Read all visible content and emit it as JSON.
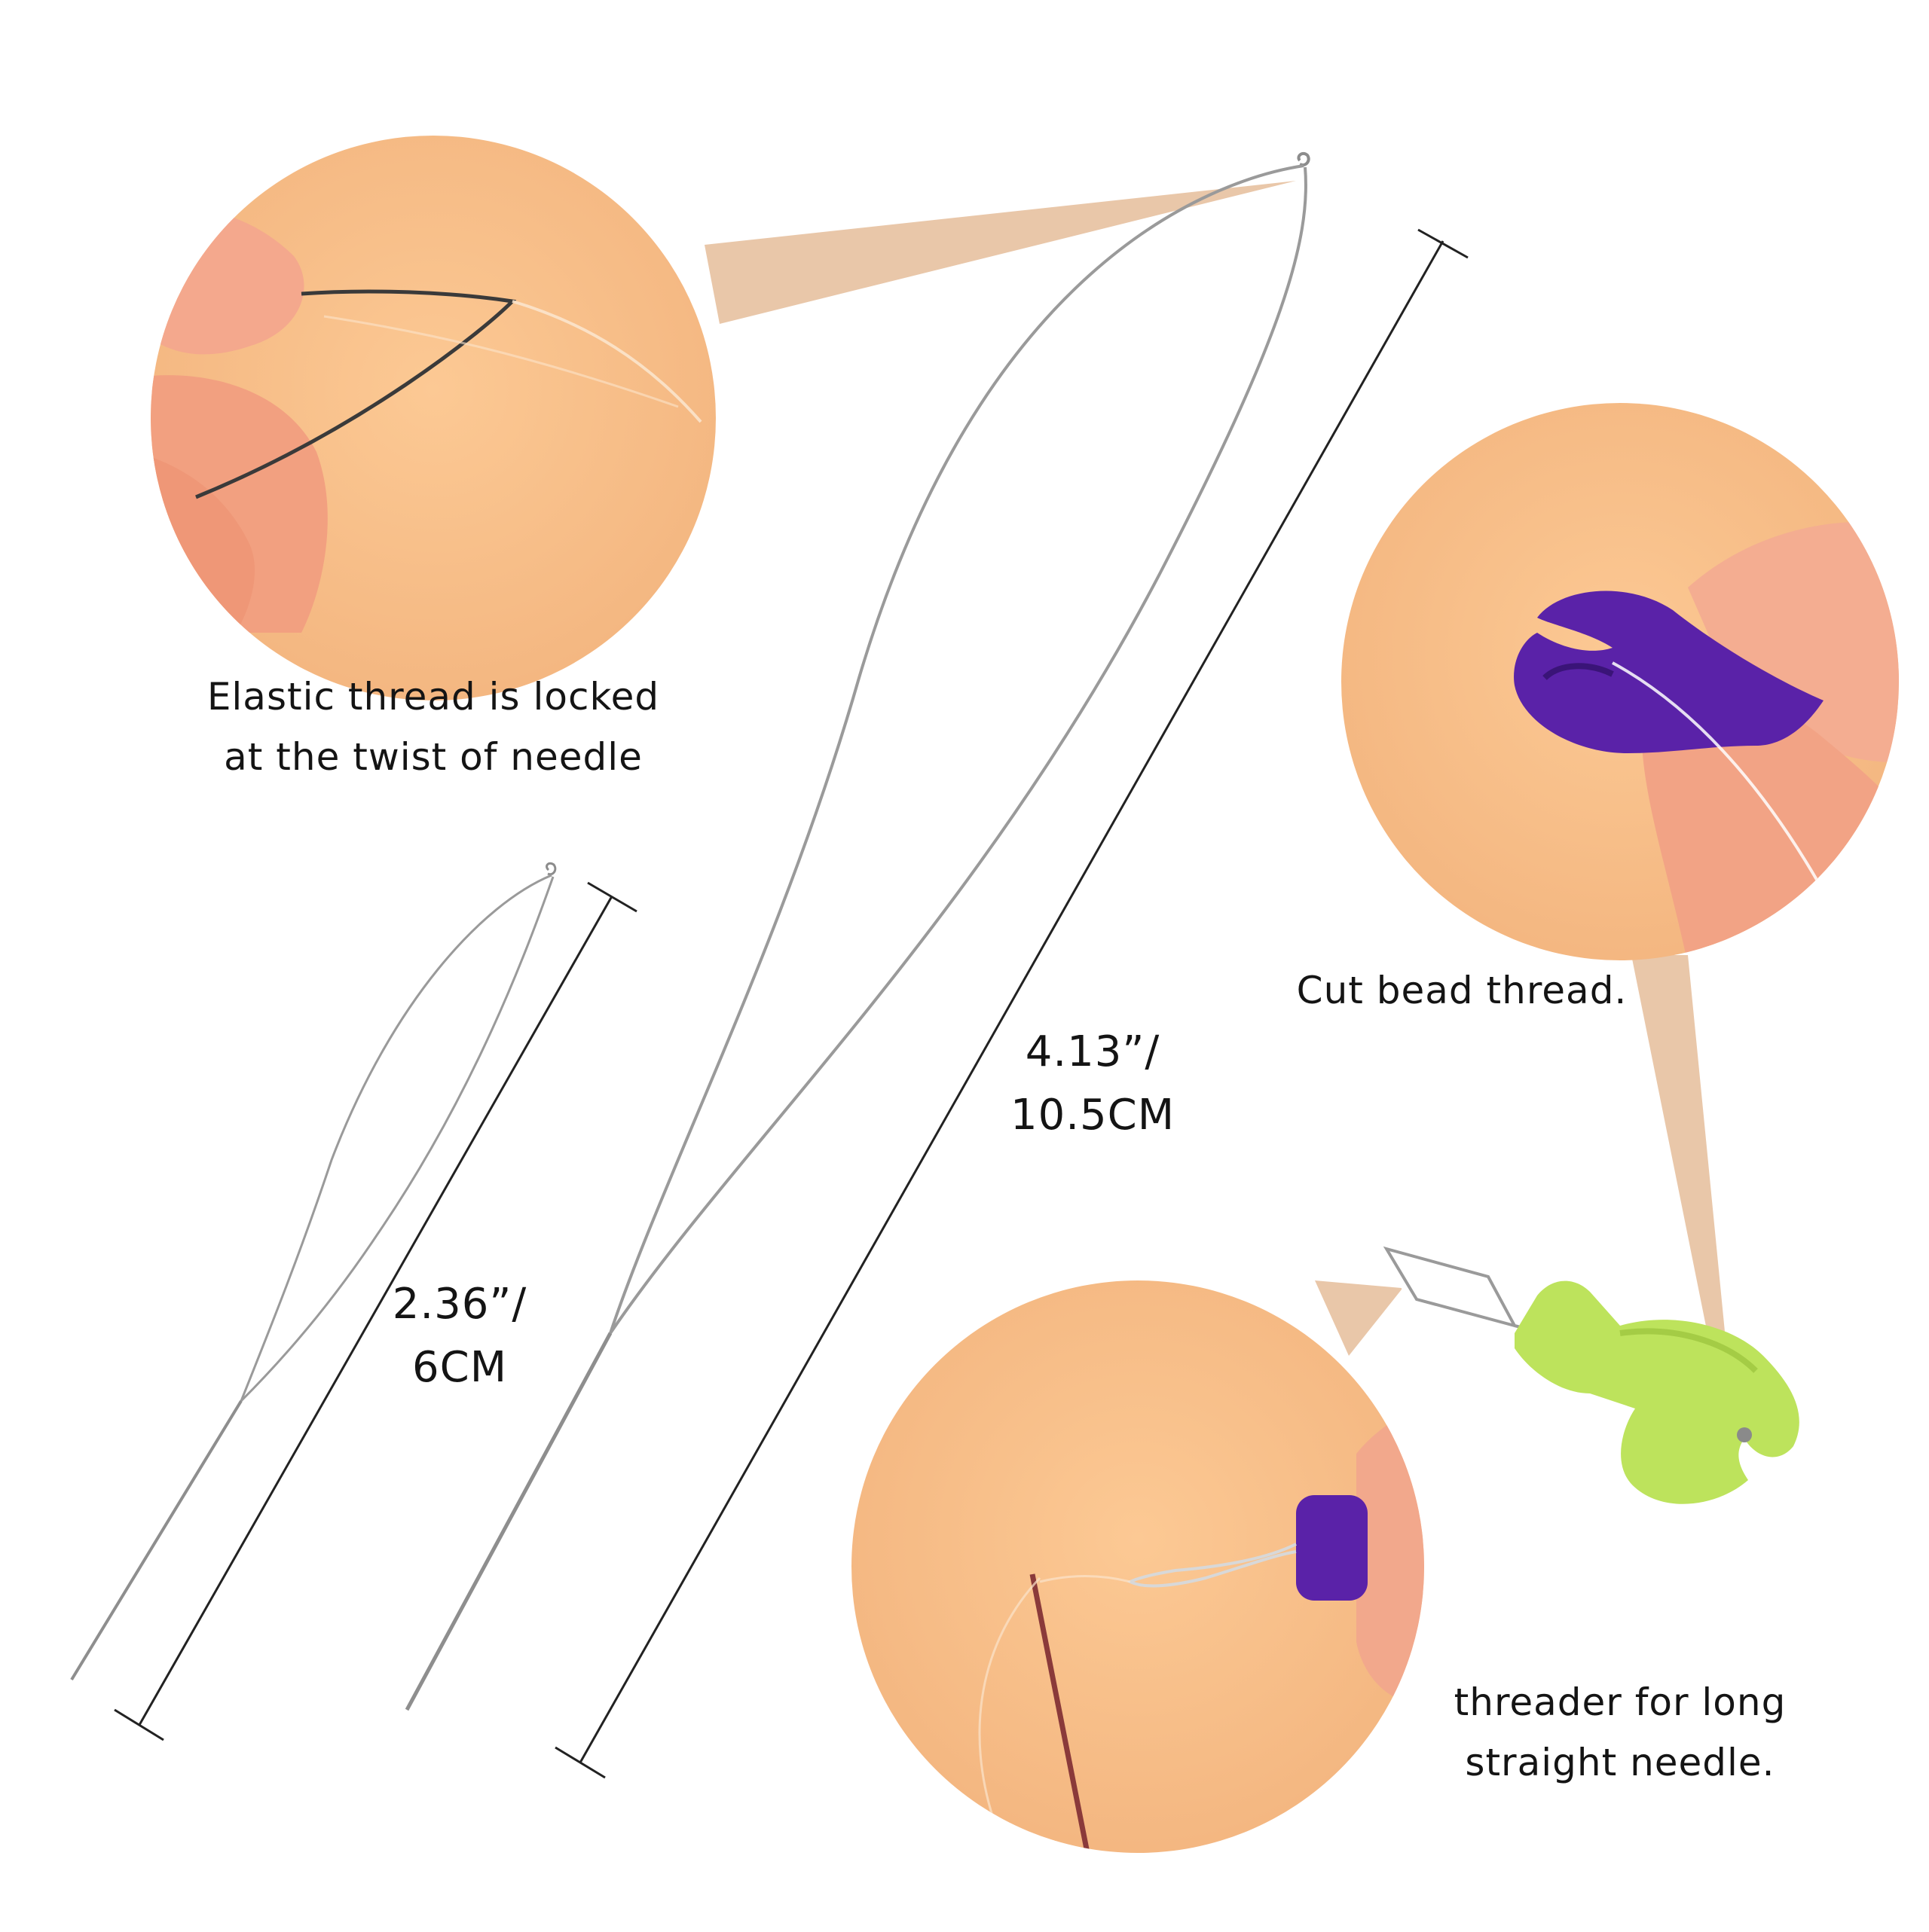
{
  "captions": {
    "elastic_line1": "Elastic thread is locked",
    "elastic_line2": "at the twist of needle",
    "cut": "Cut bead thread.",
    "threader_line1": "threader for long",
    "threader_line2": "straight needle."
  },
  "measurements": {
    "long_inches": "4.13”/",
    "long_cm": "10.5CM",
    "short_inches": "2.36”/",
    "short_cm": "6CM"
  },
  "colors": {
    "circle_fill": "#f8c089",
    "callout_beam": "#e8c4a6",
    "wire": "#9a9a9a",
    "purple_tool": "#5b22a6",
    "green_tool": "#b9e05a",
    "skin": "#f3a98c"
  }
}
